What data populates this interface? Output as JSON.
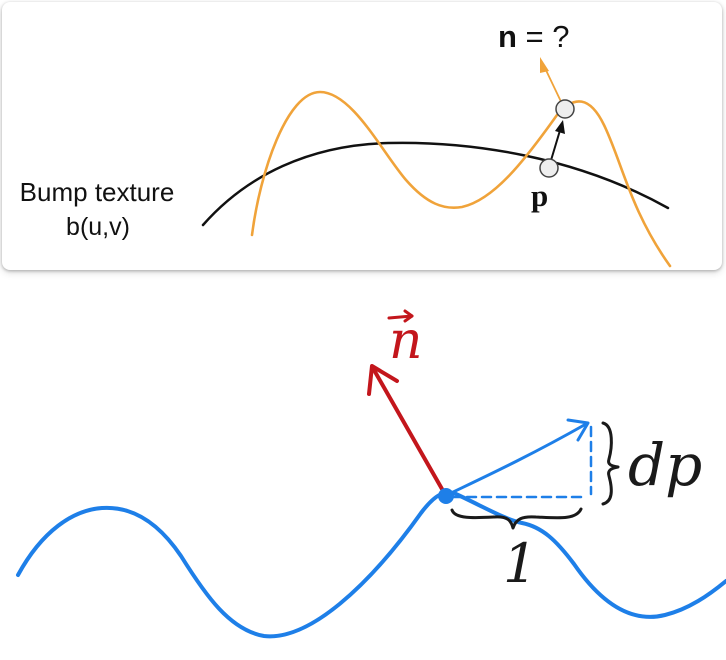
{
  "top_panel": {
    "normal_label_bold": "n",
    "normal_label_rest": " = ?",
    "point_label": "p",
    "bump_title": "Bump texture",
    "bump_function": "b(u,v)",
    "colors": {
      "surface": "#111111",
      "bump": "#f0a33a",
      "point_fill": "#eeeeee",
      "point_stroke": "#444444",
      "frame": "#cfcfcf"
    }
  },
  "bottom_diagram": {
    "normal_label": "n",
    "normal_arrow_glyph": "⃗",
    "dp_label": "dp",
    "one_label": "1",
    "colors": {
      "curve": "#1e7fe8",
      "normal": "#c3161c",
      "brace": "#1a1a1a",
      "label_red": "#c3161c",
      "label_black": "#1a1a1a"
    }
  }
}
